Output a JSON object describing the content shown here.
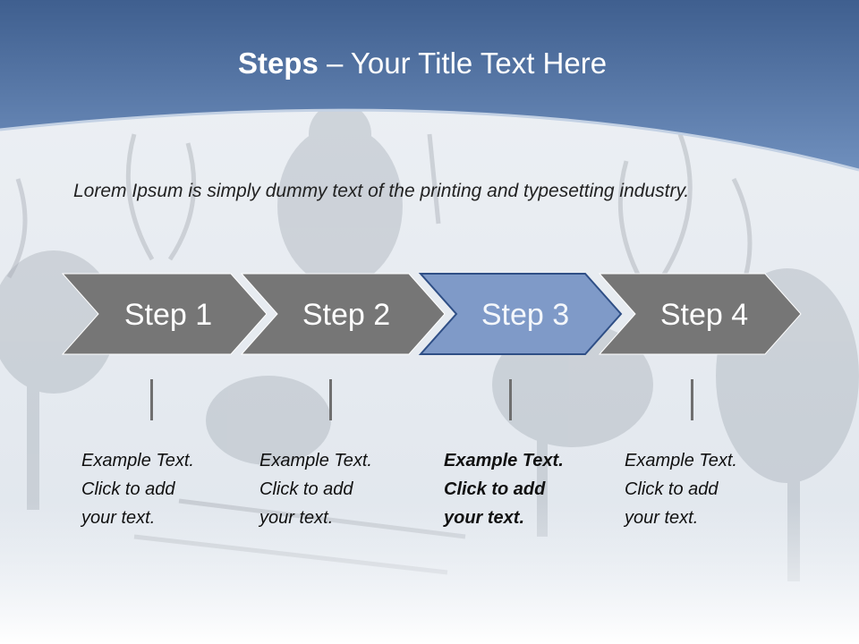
{
  "title": {
    "strong": "Steps",
    "rest": " – Your Title Text Here"
  },
  "intro": "Lorem Ipsum is simply dummy text of the printing and typesetting industry.",
  "steps": [
    {
      "label": "Step 1",
      "caption": "Example Text.\nClick  to add\nyour text.",
      "active": false
    },
    {
      "label": "Step 2",
      "caption": "Example Text.\nClick  to add\nyour text.",
      "active": false
    },
    {
      "label": "Step 3",
      "caption": "Example Text.\nClick  to add\nyour text.",
      "active": true
    },
    {
      "label": "Step 4",
      "caption": "Example Text.\nClick  to add\nyour text.",
      "active": false
    }
  ],
  "colors": {
    "header": "#5f7fab",
    "step_fill": "#767676",
    "step_active_fill": "#7f9ac8",
    "step_active_stroke": "#2f4f86"
  }
}
